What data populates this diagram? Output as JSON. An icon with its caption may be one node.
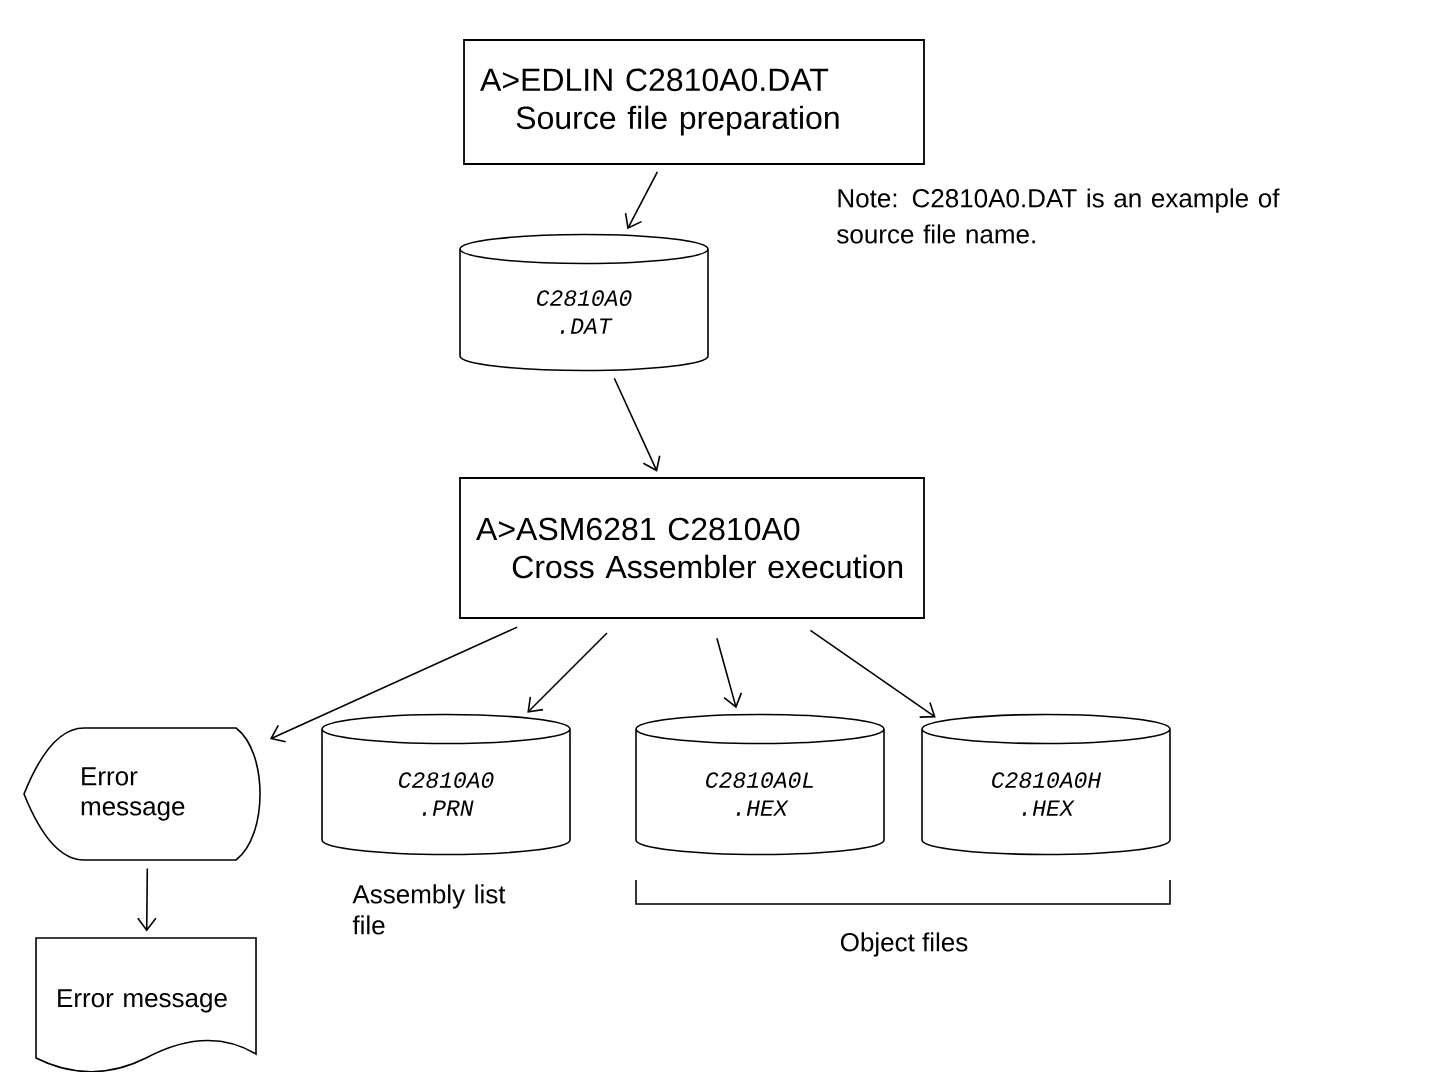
{
  "diagram": {
    "nodes": [
      {
        "text": [
          "A>EDLIN C2810A0.DAT",
          "Source file preparation"
        ]
      },
      {
        "text": [
          "C2810A0 .DAT"
        ]
      },
      {
        "text": [
          "A>ASM6281 C2810A0",
          "Cross Assembler execution"
        ]
      },
      {
        "text": [
          "Error message"
        ]
      },
      {
        "text": [
          "C2810A0 .PRN"
        ],
        "beside": [
          "Assembly list file"
        ]
      },
      {
        "text": [
          "C2810A0L .HEX"
        ]
      },
      {
        "text": [
          "C2810A0H .HEX"
        ]
      },
      {
        "text": [
          "Error message"
        ]
      }
    ],
    "edges": [
      {
        "from": 0,
        "to": 1,
        "arrow": "to"
      },
      {
        "from": 1,
        "to": 2,
        "arrow": "to"
      },
      {
        "from": 2,
        "to": 3,
        "arrow": "to"
      },
      {
        "from": 2,
        "to": 4,
        "arrow": "to"
      },
      {
        "from": 2,
        "to": 5,
        "arrow": "to"
      },
      {
        "from": 2,
        "to": 6,
        "arrow": "to"
      },
      {
        "from": 3,
        "to": 7,
        "arrow": "to"
      }
    ],
    "labels": [
      "Note: C2810A0.DAT is an example of source file name.",
      "Object files"
    ]
  }
}
